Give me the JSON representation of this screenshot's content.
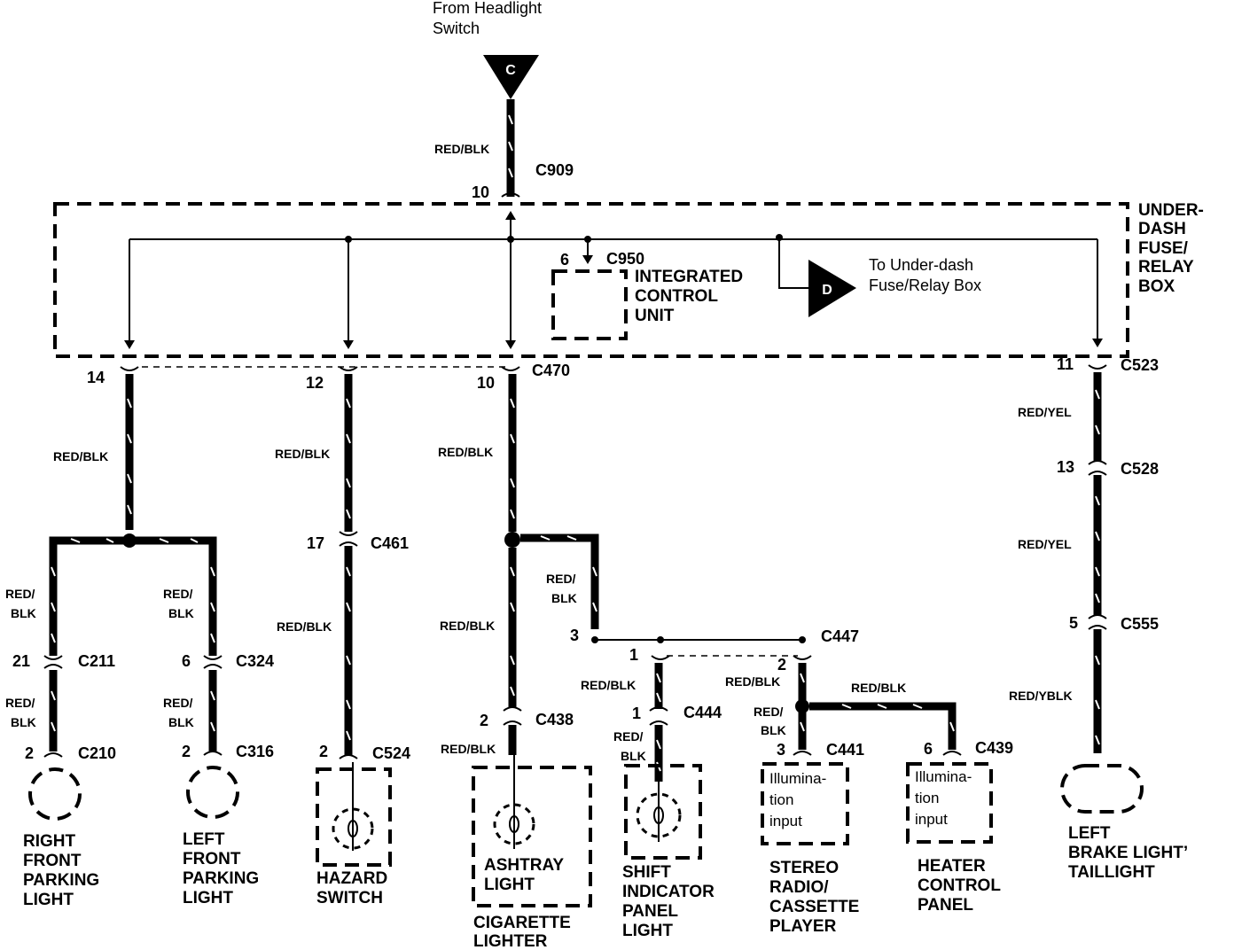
{
  "source": {
    "text_line1": "From Headlight",
    "text_line2": "Switch",
    "symbol": "C"
  },
  "fuse_box": {
    "lines": [
      "UNDER-",
      "DASH",
      "FUSE/",
      "RELAY",
      "BOX"
    ]
  },
  "icu": {
    "pin": "6",
    "connector": "C950",
    "lines": [
      "INTEGRATED",
      "CONTROL",
      "UNIT"
    ]
  },
  "to_box": {
    "symbol": "D",
    "line1": "To Under-dash",
    "line2": "Fuse/Relay Box"
  },
  "top_wire": {
    "label": "RED/BLK",
    "pin": "10",
    "connector": "C909"
  },
  "c470": {
    "connector": "C470"
  },
  "circuits": {
    "right_front": {
      "upper_pin": "14",
      "upper_wire": "RED/BLK",
      "mid_wire_a": "RED/",
      "mid_wire_b": "BLK",
      "mid_pin": "21",
      "mid_conn": "C211",
      "low_wire_a": "RED/",
      "low_wire_b": "BLK",
      "low_pin": "2",
      "low_conn": "C210",
      "name": [
        "RIGHT",
        "FRONT",
        "PARKING",
        "LIGHT"
      ]
    },
    "left_front": {
      "mid_wire_a": "RED/",
      "mid_wire_b": "BLK",
      "mid_pin": "6",
      "mid_conn": "C324",
      "low_wire_a": "RED/",
      "low_wire_b": "BLK",
      "low_pin": "2",
      "low_conn": "C316",
      "name": [
        "LEFT",
        "FRONT",
        "PARKING",
        "LIGHT"
      ]
    },
    "hazard": {
      "upper_pin": "12",
      "upper_wire": "RED/BLK",
      "mid_pin": "17",
      "mid_conn": "C461",
      "low_wire": "RED/BLK",
      "low_pin": "2",
      "low_conn": "C524",
      "name": [
        "HAZARD",
        "SWITCH"
      ]
    },
    "ashtray": {
      "upper_pin": "10",
      "upper_wire": "RED/BLK",
      "low_wire": "RED/BLK",
      "low_pin": "2",
      "low_conn": "C438",
      "bottom_wire": "RED/BLK",
      "inner": [
        "ASHTRAY",
        "LIGHT"
      ],
      "name": [
        "CIGARETTE",
        "LIGHTER"
      ]
    },
    "branch": {
      "wire_a": "RED/",
      "wire_b": "BLK",
      "pin": "3",
      "connector": "C447"
    },
    "shift": {
      "top_pin": "1",
      "wire": "RED/BLK",
      "pin2": "1",
      "conn2": "C444",
      "low_wire_a": "RED/",
      "low_wire_b": "BLK",
      "name": [
        "SHIFT",
        "INDICATOR",
        "PANEL",
        "LIGHT"
      ]
    },
    "stereo": {
      "top_pin": "2",
      "wire": "RED/BLK",
      "low_wire_a": "RED/",
      "low_wire_b": "BLK",
      "low_pin": "3",
      "low_conn": "C441",
      "box": [
        "Illumina-",
        "tion",
        "input"
      ],
      "name": [
        "STEREO",
        "RADIO/",
        "CASSETTE",
        "PLAYER"
      ]
    },
    "heater": {
      "wire": "RED/BLK",
      "pin": "6",
      "connector": "C439",
      "box": [
        "Illumina-",
        "tion",
        "input"
      ],
      "name": [
        "HEATER",
        "CONTROL",
        "PANEL"
      ]
    },
    "brake": {
      "pin1": "11",
      "conn1": "C523",
      "wire1": "RED/YEL",
      "pin2": "13",
      "conn2": "C528",
      "wire2": "RED/YEL",
      "pin3": "5",
      "conn3": "C555",
      "wire3": "RED/YBLK",
      "name": [
        "LEFT",
        "BRAKE LIGHT’",
        "TAILLIGHT"
      ]
    }
  }
}
